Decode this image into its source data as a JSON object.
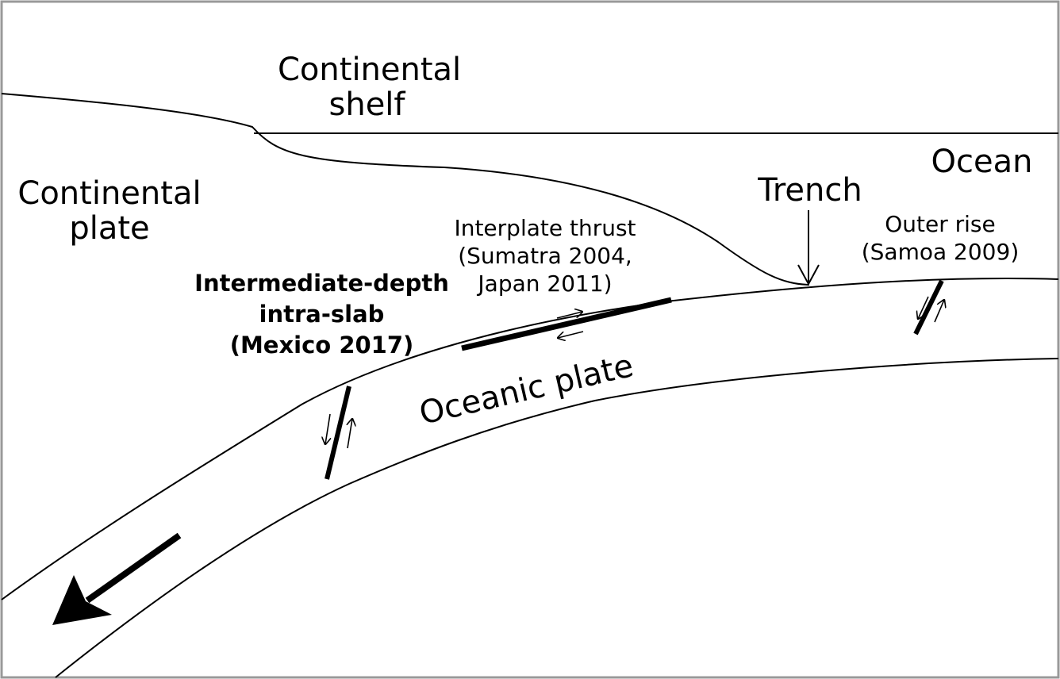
{
  "labels": {
    "continental_shelf": [
      "Continental",
      "shelf"
    ],
    "ocean": "Ocean",
    "continental_plate": [
      "Continental",
      "plate"
    ],
    "trench": "Trench",
    "interplate_thrust": [
      "Interplate thrust",
      "(Sumatra 2004,",
      "Japan 2011)"
    ],
    "outer_rise": [
      "Outer rise",
      "(Samoa 2009)"
    ],
    "intermediate_depth": [
      "Intermediate-depth",
      "intra-slab",
      "(Mexico 2017)"
    ],
    "oceanic_plate": "Oceanic plate"
  },
  "colors": {
    "line": "#000000",
    "frame": "#999999",
    "background": "#ffffff"
  }
}
